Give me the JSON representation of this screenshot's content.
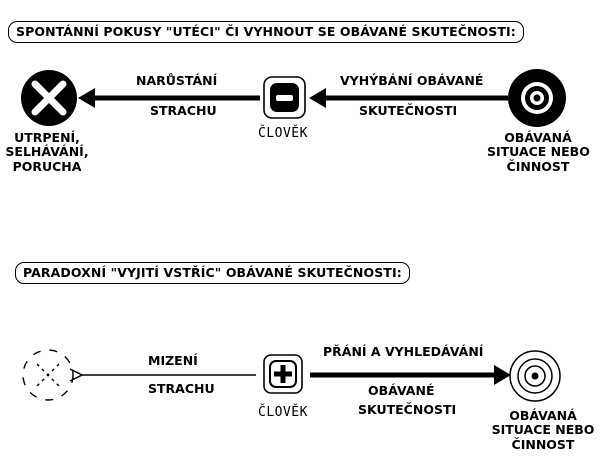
{
  "section1": {
    "header": "SPONTÁNNÍ POKUSY \"UTÉCI\" ČI VYHNOUT SE OBÁVANÉ SKUTEČNOSTI:",
    "left_label_top": "NARŮSTÁNÍ",
    "left_label_bottom": "STRACHU",
    "right_label_top": "VYHÝBÁNÍ OBÁVANÉ",
    "right_label_bottom": "SKUTEČNOSTI",
    "person_label": "ČLOVĚK",
    "outcome_lines": [
      "UTRPENÍ,",
      "SELHÁVÁNÍ,",
      "PORUCHA"
    ],
    "target_lines": [
      "OBÁVANÁ",
      "SITUACE NEBO",
      "ČINNOST"
    ]
  },
  "section2": {
    "header": "PARADOXNÍ \"VYJITÍ VSTŘÍC\" OBÁVANÉ SKUTEČNOSTI:",
    "left_label_top": "MIZENÍ",
    "left_label_bottom": "STRACHU",
    "right_label_top": "PŘÁNÍ A VYHLEDÁVÁNÍ",
    "right_label_mid": "OBÁVANÉ",
    "right_label_bottom": "SKUTEČNOSTI",
    "person_label": "ČLOVĚK",
    "target_lines": [
      "OBÁVANÁ",
      "SITUACE NEBO",
      "ČINNOST"
    ]
  },
  "icons": {
    "cross_circle": "x-circle-icon",
    "minus_box": "minus-box-icon",
    "plus_box": "plus-box-icon",
    "target": "target-icon",
    "faded_cross": "faded-x-circle-icon"
  }
}
